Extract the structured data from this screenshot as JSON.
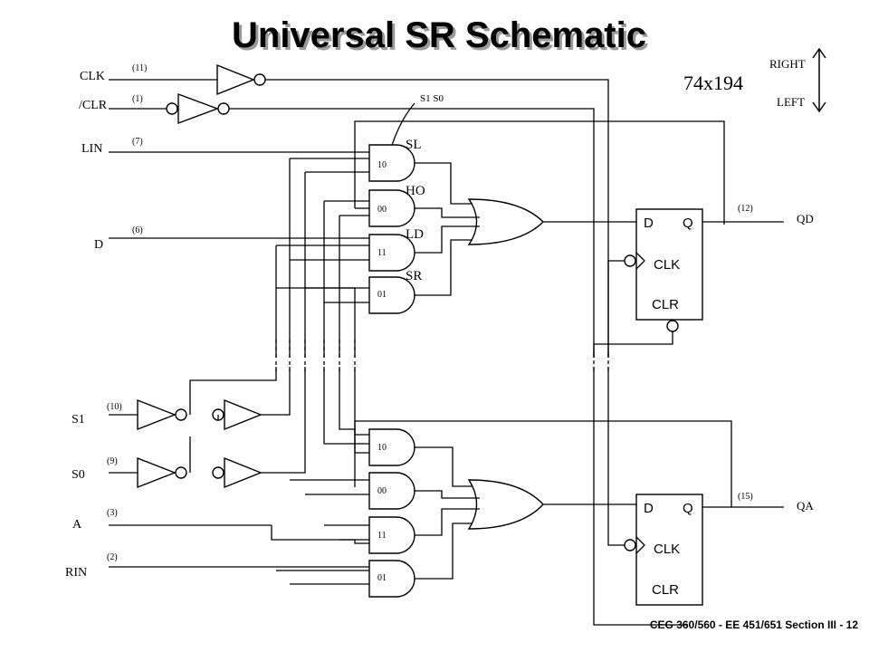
{
  "title": "Universal SR Schematic",
  "part_number": "74x194",
  "direction": {
    "right": "RIGHT",
    "left": "LEFT"
  },
  "select_label": "S1 S0",
  "footer": "CEG 360/560 - EE 451/651   Section III - 12",
  "inputs": [
    {
      "name": "CLK",
      "pin": "(11)"
    },
    {
      "name": "/CLR",
      "pin": "(1)"
    },
    {
      "name": "LIN",
      "pin": "(7)"
    },
    {
      "name": "D",
      "pin": "(6)"
    },
    {
      "name": "S1",
      "pin": "(10)"
    },
    {
      "name": "S0",
      "pin": "(9)"
    },
    {
      "name": "A",
      "pin": "(3)"
    },
    {
      "name": "RIN",
      "pin": "(2)"
    }
  ],
  "mode_labels": [
    "SL",
    "HO",
    "LD",
    "SR"
  ],
  "gate_codes": [
    "10",
    "00",
    "11",
    "01"
  ],
  "flipflop": {
    "d": "D",
    "q": "Q",
    "clk": "CLK",
    "clr": "CLR"
  },
  "outputs": [
    {
      "name": "QD",
      "pin": "(12)"
    },
    {
      "name": "QA",
      "pin": "(15)"
    }
  ]
}
